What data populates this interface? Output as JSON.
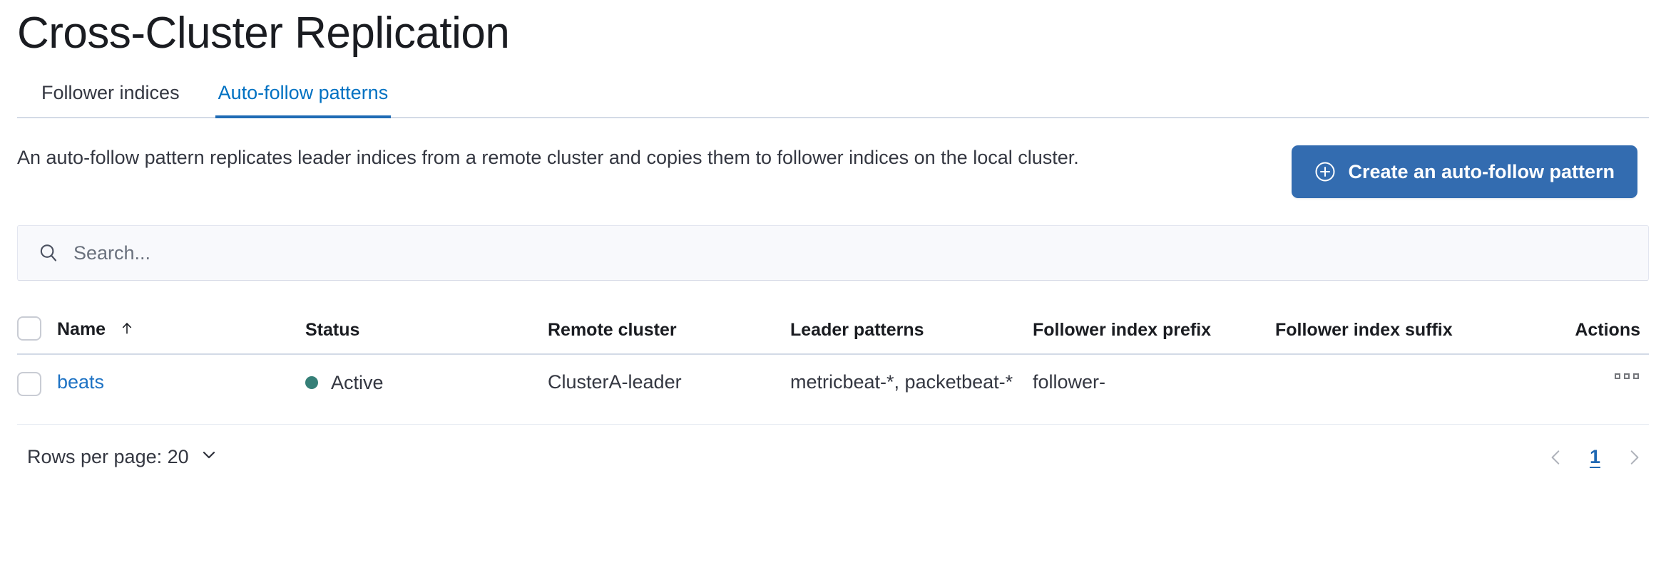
{
  "header": {
    "title": "Cross-Cluster Replication"
  },
  "tabs": [
    {
      "label": "Follower indices",
      "selected": false
    },
    {
      "label": "Auto-follow patterns",
      "selected": true
    }
  ],
  "intro": {
    "description": "An auto-follow pattern replicates leader indices from a remote cluster and copies them to follower indices on the local cluster.",
    "create_button_label": "Create an auto-follow pattern",
    "create_button_icon": "plus-in-circle-icon",
    "create_button_color": "#336cb0"
  },
  "search": {
    "placeholder": "Search...",
    "value": "",
    "icon": "search-icon"
  },
  "table": {
    "columns": [
      "Name",
      "Status",
      "Remote cluster",
      "Leader patterns",
      "Follower index prefix",
      "Follower index suffix",
      "Actions"
    ],
    "sorted_column": "Name",
    "sort_direction": "asc",
    "sort_icon": "arrow-up-icon",
    "rows": [
      {
        "name": "beats",
        "status": "Active",
        "status_color": "#357f77",
        "remote_cluster": "ClusterA-leader",
        "leader_patterns": "metricbeat-*, packetbeat-*",
        "follower_index_prefix": "follower-",
        "follower_index_suffix": "",
        "actions_icon": "more-actions-icon"
      }
    ]
  },
  "footer": {
    "rows_per_page_label": "Rows per page: 20",
    "rows_per_page_icon": "chevron-down-icon",
    "prev_icon": "chevron-left-icon",
    "next_icon": "chevron-right-icon",
    "current_page": "1"
  }
}
